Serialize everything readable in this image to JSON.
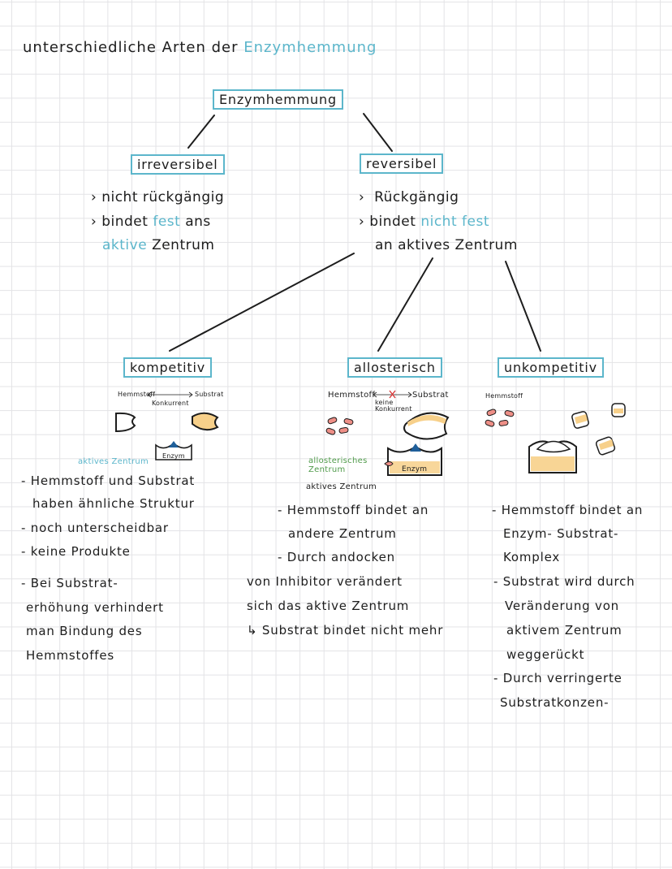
{
  "heading": {
    "prefix": "unterschiedliche Arten der",
    "highlight": "Enzymhemmung"
  },
  "root_box": "Enzymhemmung",
  "irreversibel": {
    "label": "irreversibel",
    "line1": "nicht rückgängig",
    "line2_pre": "bindet",
    "line2_hl": "fest",
    "line2_post": "ans",
    "line3_hl": "aktive",
    "line3_post": "Zentrum"
  },
  "reversibel": {
    "label": "reversibel",
    "line1": "Rückgängig",
    "line2_pre": "bindet",
    "line2_hl": "nicht fest",
    "line3": "an aktives Zentrum"
  },
  "kompetitiv": {
    "label": "kompetitiv",
    "diagram": {
      "hemmstoff": "Hemmstoff",
      "substrat": "Substrat",
      "konkurrent": "Konkurrent",
      "aktives_zentrum": "aktives Zentrum",
      "enzym": "Enzym"
    },
    "notes": [
      "- Hemmstoff und Substrat",
      "haben ähnliche Struktur",
      "- noch unterscheidbar",
      "- keine Produkte",
      "- Bei Substrat-",
      "erhöhung verhindert",
      "man Bindung des",
      "Hemmstoffes"
    ]
  },
  "allosterisch": {
    "label": "allosterisch",
    "diagram": {
      "hemmstoff": "Hemmstoff",
      "substrat": "Substrat",
      "keine_konkurrent": "keine Konkurrent",
      "allosterisches_zentrum": "allosterisches Zentrum",
      "enzym": "Enzym",
      "aktives_zentrum": "aktives Zentrum"
    },
    "notes": [
      "- Hemmstoff bindet an",
      "andere Zentrum",
      "- Durch andocken",
      "von Inhibitor verändert",
      "sich das aktive Zentrum",
      "↳ Substrat bindet nicht mehr"
    ]
  },
  "unkompetitiv": {
    "label": "unkompetitiv",
    "diagram": {
      "hemmstoff": "Hemmstoff"
    },
    "notes": [
      "- Hemmstoff bindet an",
      "Enzym- Substrat-",
      "Komplex",
      "- Substrat wird durch",
      "Veränderung von",
      "aktivem Zentrum",
      "weggerückt",
      "- Durch verringerte",
      "Substratkonzen-"
    ]
  },
  "colors": {
    "accent": "#5cb6cb",
    "green": "#4f9a4a",
    "inhibitor": "#ee8f87",
    "substrate": "#f7d08a",
    "enzyme_dark": "#1f5f9a",
    "cross": "#d93a3a"
  }
}
